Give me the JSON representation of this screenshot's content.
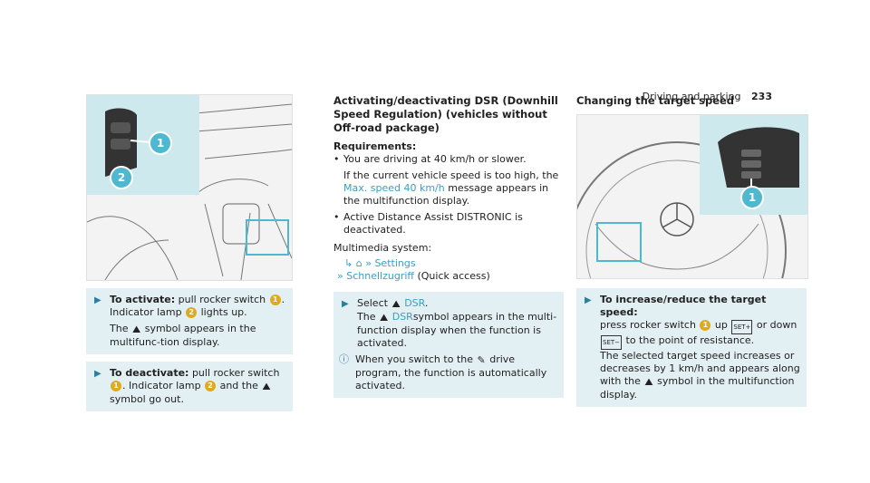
{
  "header": {
    "section": "Driving and parking",
    "page": "233"
  },
  "col1": {
    "figure_markers": [
      "1",
      "2"
    ],
    "steps": [
      {
        "label": "To activate:",
        "t1": " pull rocker switch ",
        "n1": "1",
        "t2": ". Indicator lamp ",
        "n2": "2",
        "t3": " lights up.",
        "t4": "The ",
        "t5": " symbol appears in the multifunc-tion display."
      },
      {
        "label": "To deactivate:",
        "t1": " pull rocker switch ",
        "n1": "1",
        "t2": ". Indicator lamp ",
        "n2": "2",
        "t3": " and the ",
        "t4": " symbol go out."
      }
    ]
  },
  "col2": {
    "heading": "Activating/deactivating DSR (Downhill Speed Regulation) (vehicles without Off-road package)",
    "req_label": "Requirements:",
    "bullets": [
      "You are driving at 40 km/h or slower.",
      "Active Distance Assist DISTRONIC is deactivated."
    ],
    "bullet1_extra_a": "If the current vehicle speed is too high, the ",
    "bullet1_link": "Max. speed 40 km/h",
    "bullet1_extra_b": " message appears in the multifunction display.",
    "multimedia": "Multimedia system:",
    "menu_arrow": "↳",
    "home_icon": "⌂",
    "menu_settings": "Settings",
    "menu_quick": "Schnellzugriff",
    "menu_quick_suffix": " (Quick access)",
    "step_select": "Select ",
    "step_dsr": "DSR",
    "step_line2a": "The ",
    "step_dsr2": "DSR",
    "step_line2b": "symbol appears in the multi-function display when the function is activated.",
    "note_icon": "ⓘ",
    "note": "When you switch to the ",
    "note_b": " drive program, the function is automatically activated."
  },
  "col3": {
    "heading": "Changing the target speed",
    "figure_marker": "1",
    "step_label": "To increase/reduce the target speed:",
    "s1": " press rocker switch ",
    "n1": "1",
    "s2": " up ",
    "s3": " or down ",
    "s4": " to the point of resistance.",
    "s5": "The selected target speed increases or decreases by 1 km/h and appears along with the ",
    "s6": " symbol in the multifunction display."
  },
  "icons": {
    "step_arrow": "▶",
    "dsr_symbol": "⛰",
    "set_up": "SET+",
    "set_down": "SET−",
    "drive_program": "✎"
  },
  "colors": {
    "link": "#3a9fc6",
    "step_bg": "#e3f0f3",
    "marker": "#e0a91e",
    "inset": "#cde9ee"
  }
}
